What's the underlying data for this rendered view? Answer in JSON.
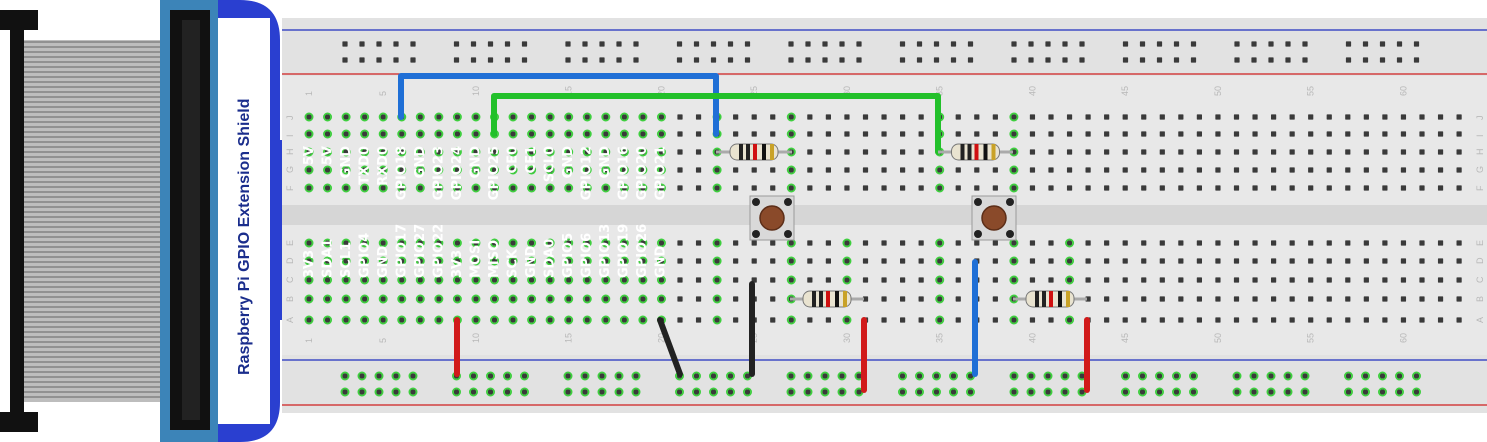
{
  "shield": {
    "title": "Raspberry Pi GPIO Extension Shield",
    "top_pins": [
      "5V",
      "5V",
      "GND",
      "TXD0",
      "RXD0",
      "GPIO18",
      "GND",
      "GPIO23",
      "GPIO24",
      "GND",
      "GPIO25",
      "CE0",
      "CE1",
      "SCL0",
      "GND",
      "GPIO12",
      "GND",
      "GPIO16",
      "GPIO20",
      "GPIO21"
    ],
    "bottom_pins": [
      "3V3",
      "SDA1",
      "SCL1",
      "GPIO4",
      "GND",
      "GPIO17",
      "GPIO27",
      "GPIO22",
      "3V3",
      "MOSI",
      "MISO",
      "SCK",
      "GND",
      "SDA0",
      "GPIO5",
      "GPIO6",
      "GPIO13",
      "GPIO19",
      "GPIO26",
      "GND"
    ]
  },
  "breadboard": {
    "column_numbers": [
      "1",
      "5",
      "10",
      "15",
      "20",
      "25",
      "30",
      "35",
      "40",
      "45",
      "50",
      "55",
      "60"
    ],
    "rows_top": [
      "J",
      "I",
      "H",
      "G",
      "F"
    ],
    "rows_bottom": [
      "E",
      "D",
      "C",
      "B",
      "A"
    ]
  },
  "colors": {
    "shield_blue": "#2a3fd0",
    "wire_blue": "#1f6fd6",
    "wire_green": "#22c02a",
    "wire_red": "#d11a1a",
    "wire_black": "#222222",
    "rail_red": "#d02020",
    "rail_blue": "#2030c0",
    "hole_green": "#3ecf3e"
  },
  "icons": [
    "ribbon-cable-icon",
    "resistor-icon",
    "push-button-icon",
    "jumper-wire-icon"
  ]
}
